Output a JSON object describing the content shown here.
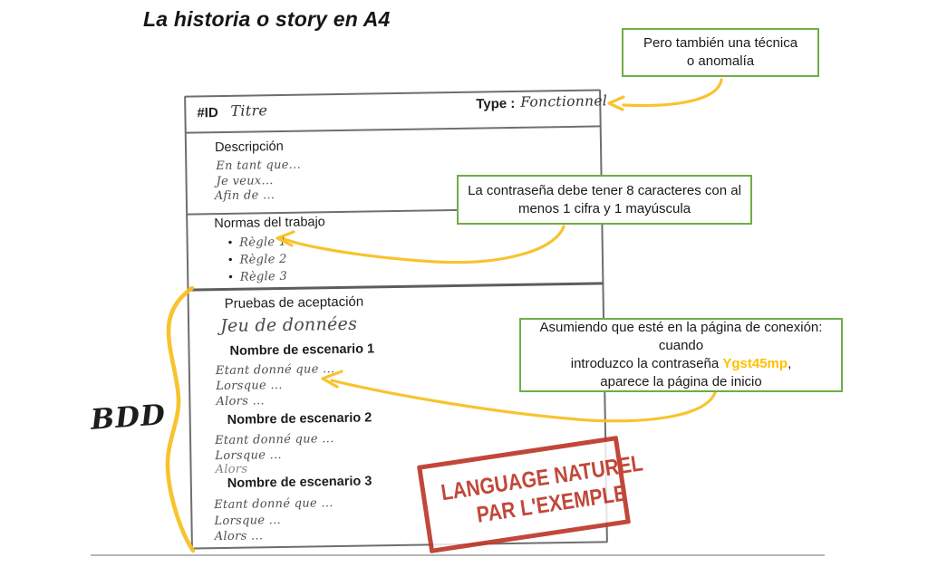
{
  "page": {
    "title": "La historia o story en A4"
  },
  "callouts": {
    "tecnica": {
      "line1": "Pero también una técnica",
      "line2": "o anomalía"
    },
    "contrasena": {
      "line1": "La contraseña debe tener 8 caracteres con al",
      "line2": "menos 1 cifra y 1 mayúscula"
    },
    "asumiendo": {
      "line1": "Asumiendo que esté en la página de conexión: cuando",
      "line2_pre": "introduzco la contraseña ",
      "password": "Ygst45mp",
      "line2_post": ",",
      "line3": "aparece la página de inicio"
    }
  },
  "card": {
    "header": {
      "id_label": "#ID",
      "title_value": "Titre",
      "type_label": "Type :",
      "type_value": "Fonctionnel"
    },
    "description": {
      "label": "Descripción",
      "lines": [
        "En tant que...",
        "Je veux...",
        "Afin de ..."
      ]
    },
    "rules": {
      "label": "Normas del trabajo",
      "items": [
        "Règle 1",
        "Règle 2",
        "Règle 3"
      ]
    },
    "acceptance": {
      "label": "Pruebas de aceptación",
      "dataset_label": "Jeu de données",
      "scenarios": [
        {
          "name": "Nombre de escenario 1",
          "lines": [
            "Etant donné que ...",
            "Lorsque ...",
            "Alors ..."
          ]
        },
        {
          "name": "Nombre de escenario 2",
          "lines": [
            "Etant donné que ...",
            "Lorsque ...",
            "Alors"
          ]
        },
        {
          "name": "Nombre de escenario 3",
          "lines": [
            "Etant donné que ...",
            "Lorsque ...",
            "Alors ..."
          ]
        }
      ]
    }
  },
  "annotations": {
    "bdd": "BDD",
    "stamp": {
      "line1": "LANGUAGE NATUREL",
      "line2": "PAR L'EXEMPLE"
    }
  },
  "colors": {
    "callout_border": "#70AD47",
    "arrow_yellow": "#FFC000",
    "stamp_red": "#BE3A2B",
    "password_highlight": "#FFC000"
  }
}
